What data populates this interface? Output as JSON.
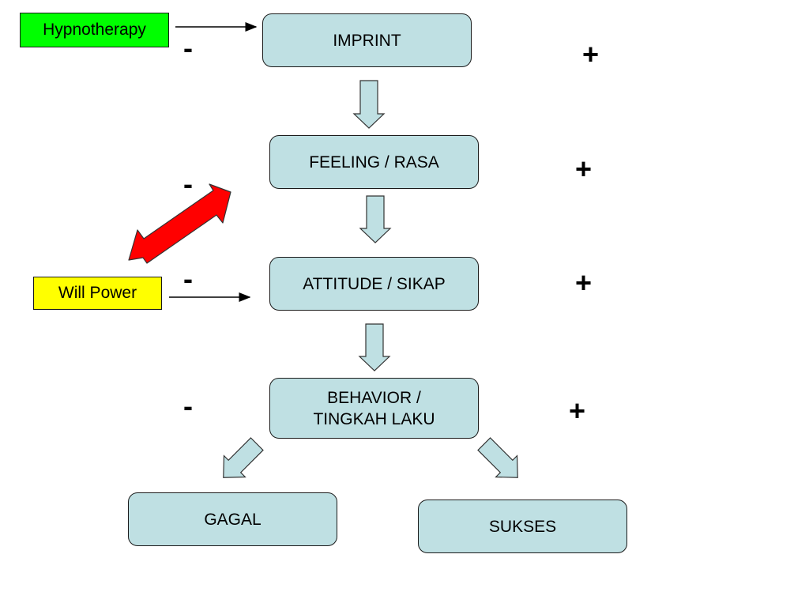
{
  "nodes": {
    "imprint": "IMPRINT",
    "feeling": "FEELING / RASA",
    "attitude": "ATTITUDE / SIKAP",
    "behavior_line1": "BEHAVIOR /",
    "behavior_line2": "TINGKAH LAKU",
    "gagal": "GAGAL",
    "sukses": "SUKSES"
  },
  "inputs": {
    "hypnotherapy": "Hypnotherapy",
    "will_power": "Will Power"
  },
  "signs": {
    "minus": "-",
    "plus": "+"
  },
  "colors": {
    "box_fill": "#bfe0e3",
    "hypnotherapy_fill": "#00ff00",
    "will_power_fill": "#ffff00",
    "double_arrow_fill": "#ff0000"
  }
}
